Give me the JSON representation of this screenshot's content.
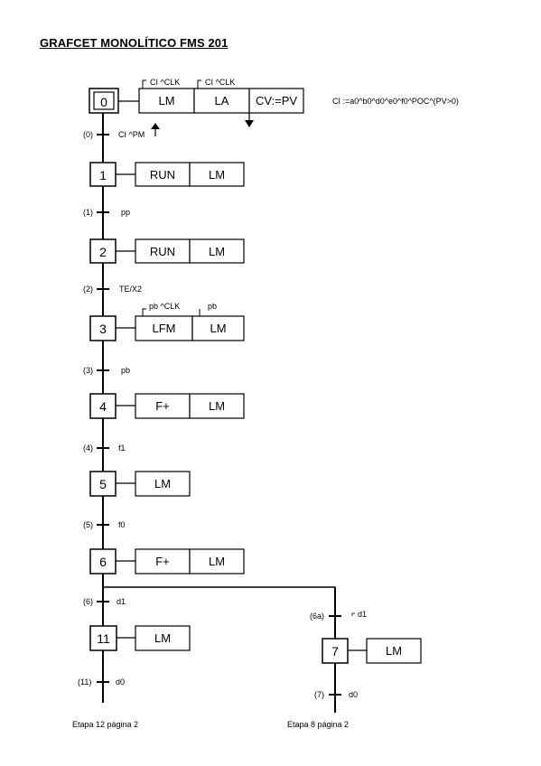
{
  "title": "GRAFCET MONOLÍTICO FMS 201",
  "ci_definition": "CI :=a0^b0^d0^e0^f0^POC^(PV>0)",
  "steps": [
    {
      "id": "s0",
      "label": "0",
      "initial": true
    },
    {
      "id": "s1",
      "label": "1"
    },
    {
      "id": "s2",
      "label": "2"
    },
    {
      "id": "s3",
      "label": "3"
    },
    {
      "id": "s4",
      "label": "4"
    },
    {
      "id": "s5",
      "label": "5"
    },
    {
      "id": "s6",
      "label": "6"
    },
    {
      "id": "s11",
      "label": "11"
    },
    {
      "id": "s7",
      "label": "7"
    }
  ],
  "actions": [
    {
      "step": "s0",
      "label": "LM",
      "qualifier": "CI ^CLK"
    },
    {
      "step": "s0",
      "label": "LA",
      "qualifier": "CI ^CLK"
    },
    {
      "step": "s0",
      "label": "CV:=PV"
    },
    {
      "step": "s1",
      "label": "RUN"
    },
    {
      "step": "s1",
      "label": "LM"
    },
    {
      "step": "s2",
      "label": "RUN"
    },
    {
      "step": "s2",
      "label": "LM"
    },
    {
      "step": "s3",
      "label": "LFM",
      "qualifier": "pb ^CLK"
    },
    {
      "step": "s3",
      "label": "LM",
      "qualifier": "pb"
    },
    {
      "step": "s4",
      "label": "F+"
    },
    {
      "step": "s4",
      "label": "LM"
    },
    {
      "step": "s5",
      "label": "LM"
    },
    {
      "step": "s6",
      "label": "F+"
    },
    {
      "step": "s6",
      "label": "LM"
    },
    {
      "step": "s11",
      "label": "LM"
    },
    {
      "step": "s7",
      "label": "LM"
    }
  ],
  "transitions": [
    {
      "id": "(0)",
      "condition": "CI ^PM"
    },
    {
      "id": "(1)",
      "condition": "pp"
    },
    {
      "id": "(2)",
      "condition": "TE/X2"
    },
    {
      "id": "(3)",
      "condition": "pb"
    },
    {
      "id": "(4)",
      "condition": "f1"
    },
    {
      "id": "(5)",
      "condition": "f0"
    },
    {
      "id": "(6)",
      "condition": "d1"
    },
    {
      "id": "(6a)",
      "condition": "d1",
      "negated": true
    },
    {
      "id": "(11)",
      "condition": "d0"
    },
    {
      "id": "(7)",
      "condition": "d0"
    }
  ],
  "links": [
    "Etapa 12 página 2",
    "Etapa 8 página 2"
  ]
}
